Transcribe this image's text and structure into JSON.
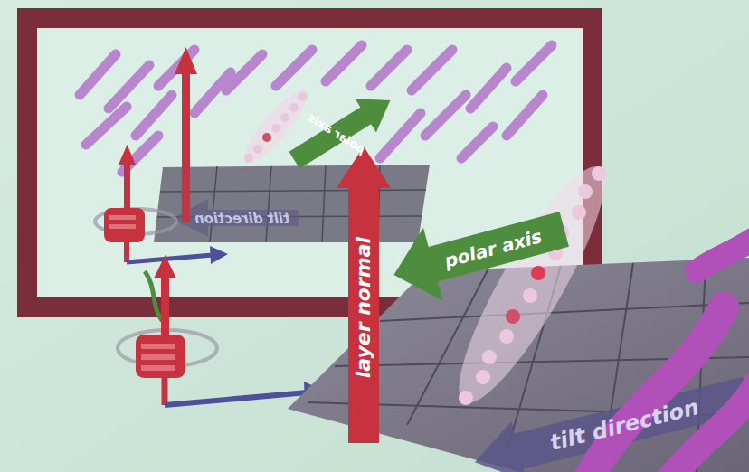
{
  "diagram": {
    "labels": [
      "polar axis",
      "tilt direction",
      "layer normal",
      "polar axis",
      "tilt direction"
    ]
  }
}
